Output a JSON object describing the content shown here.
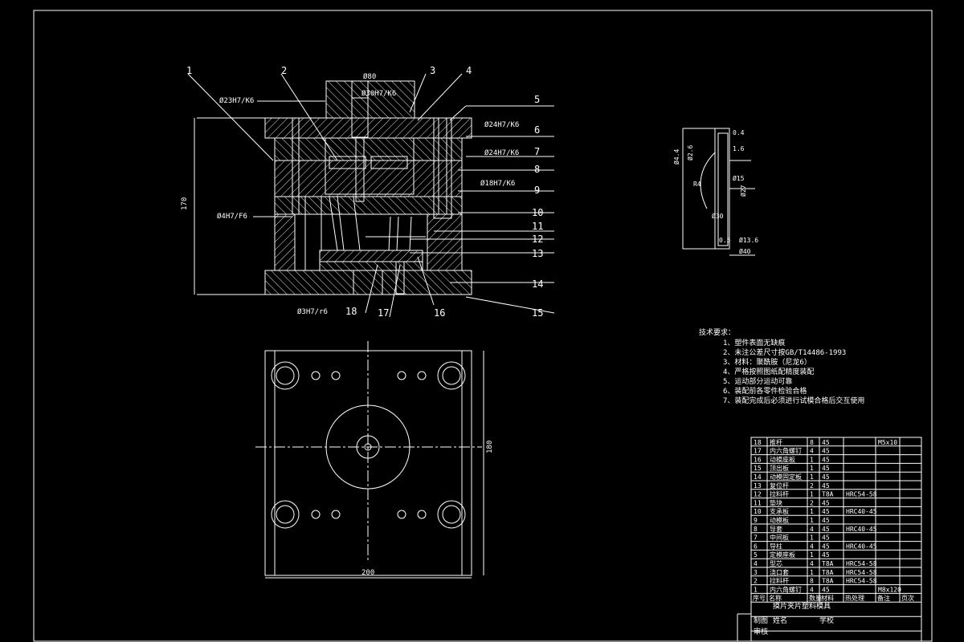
{
  "section_view": {
    "callouts": [
      "1",
      "2",
      "3",
      "4",
      "5",
      "6",
      "7",
      "8",
      "9",
      "10",
      "11",
      "12",
      "13",
      "14",
      "15",
      "16",
      "17",
      "18"
    ],
    "dims": {
      "d80": "Ø80",
      "d30": "Ø30H7/K6",
      "d23": "Ø23H7/K6",
      "d24a": "Ø24H7/K6",
      "d24b": "Ø24H7/K6",
      "d18": "Ø18H7/K6",
      "d4": "Ø4H7/F6",
      "d3": "Ø3H7/r6",
      "h170": "170"
    }
  },
  "plan_view": {
    "dims": {
      "w200": "200",
      "h180": "180"
    }
  },
  "part_detail": {
    "labels": [
      "Ø4.4",
      "Ø2.6",
      "0.4",
      "R4",
      "1.6",
      "Ø15",
      "Ø27",
      "Ø30",
      "Ø13.6",
      "0.5",
      "Ø40"
    ]
  },
  "tech_req": {
    "title": "技术要求：",
    "items": [
      "1、塑件表面无缺痕",
      "2、未注公差尺寸按GB/T14486-1993",
      "3、材料：聚酰胺（尼龙6）",
      "4、严格按照图纸配精度装配",
      "5、运动部分运动可靠",
      "6、装配前各零件检验合格",
      "7、装配完成后必须进行试模合格后交互使用"
    ]
  },
  "bom": {
    "rows": [
      [
        "18",
        "推杆",
        "8",
        "45",
        "",
        "M5x10"
      ],
      [
        "17",
        "内六角螺钉",
        "4",
        "45",
        "",
        ""
      ],
      [
        "16",
        "动模座板",
        "1",
        "45",
        "",
        ""
      ],
      [
        "15",
        "顶出板",
        "1",
        "45",
        "",
        ""
      ],
      [
        "14",
        "动模固定板",
        "1",
        "45",
        "",
        ""
      ],
      [
        "13",
        "复位杆",
        "2",
        "45",
        "",
        ""
      ],
      [
        "12",
        "拉料杆",
        "1",
        "T8A",
        "HRC54-58",
        ""
      ],
      [
        "11",
        "垫块",
        "2",
        "45",
        "",
        ""
      ],
      [
        "10",
        "支承板",
        "1",
        "45",
        "HRC40-45",
        ""
      ],
      [
        "9",
        "动模板",
        "1",
        "45",
        "",
        ""
      ],
      [
        "8",
        "导套",
        "4",
        "45",
        "HRC40-45",
        ""
      ],
      [
        "7",
        "中间板",
        "1",
        "45",
        "",
        ""
      ],
      [
        "6",
        "导柱",
        "4",
        "45",
        "HRC40-45",
        ""
      ],
      [
        "5",
        "定模座板",
        "1",
        "45",
        "",
        ""
      ],
      [
        "4",
        "型芯",
        "4",
        "T8A",
        "HRC54-58",
        ""
      ],
      [
        "3",
        "浇口套",
        "1",
        "T8A",
        "HRC54-58",
        ""
      ],
      [
        "2",
        "拉料杆",
        "8",
        "T8A",
        "HRC54-58",
        ""
      ],
      [
        "1",
        "内六角螺钉",
        "4",
        "45",
        "",
        "M8x120"
      ]
    ],
    "header": [
      "序号",
      "名称",
      "数量",
      "材料",
      "热处理",
      "备注",
      "页次"
    ],
    "title": "摸片夹片塑料模具",
    "designer_label": "制图",
    "reviewer_label": "审核",
    "name_label": "姓名",
    "school_label": "学校"
  }
}
